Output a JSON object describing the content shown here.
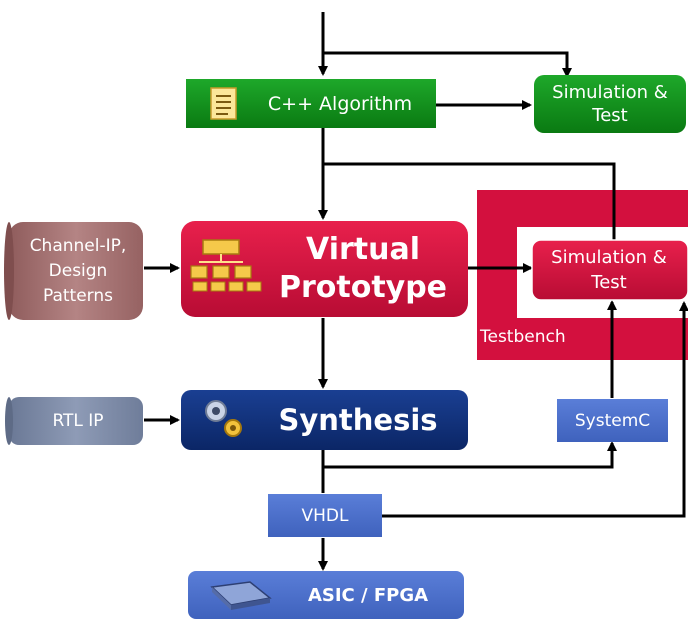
{
  "nodes": {
    "cpp_algorithm": {
      "label": "C++ Algorithm",
      "color": "#0e8a16"
    },
    "sim_test_top": {
      "label": "Simulation &\nTest",
      "color": "#0e8a16"
    },
    "channel_ip": {
      "label": "Channel-IP,\nDesign\nPatterns",
      "color": "#a37070"
    },
    "virtual_prototype": {
      "label": "Virtual\nPrototype",
      "color": "#d01040"
    },
    "testbench": {
      "label": "Testbench",
      "color": "#d01040"
    },
    "sim_test_mid": {
      "label": "Simulation &\nTest",
      "color": "#d01040"
    },
    "rtl_ip": {
      "label": "RTL IP",
      "color": "#7b8aa6"
    },
    "synthesis": {
      "label": "Synthesis",
      "color": "#0f2f7a"
    },
    "systemc": {
      "label": "SystemC",
      "color": "#4a6cc8"
    },
    "vhdl": {
      "label": "VHDL",
      "color": "#4a6cc8"
    },
    "asic_fpga": {
      "label": "ASIC / FPGA",
      "color": "#4a6cc8"
    }
  },
  "icons": {
    "document": "document-icon",
    "hierarchy": "hierarchy-icon",
    "gears": "gears-icon",
    "chip": "chip-icon"
  }
}
